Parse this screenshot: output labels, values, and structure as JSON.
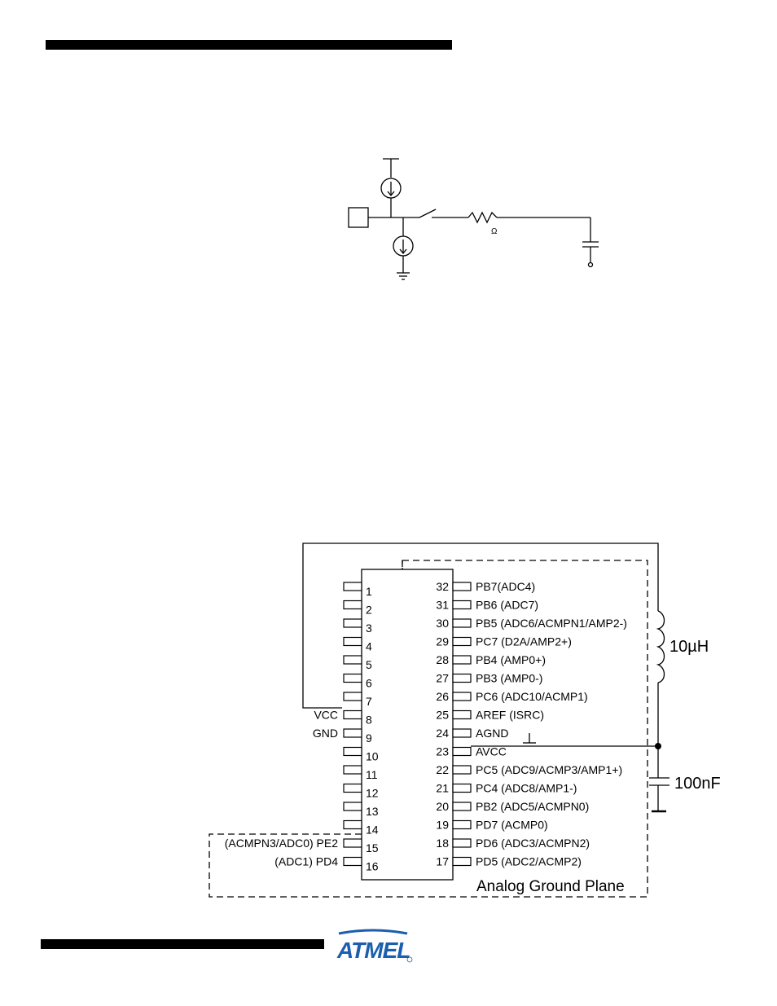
{
  "figure1": {
    "resistor_unit": "Ω"
  },
  "figure2": {
    "left_pins": [
      {
        "num": "1",
        "label": ""
      },
      {
        "num": "2",
        "label": ""
      },
      {
        "num": "3",
        "label": ""
      },
      {
        "num": "4",
        "label": ""
      },
      {
        "num": "5",
        "label": ""
      },
      {
        "num": "6",
        "label": ""
      },
      {
        "num": "7",
        "label": ""
      },
      {
        "num": "8",
        "label": "VCC"
      },
      {
        "num": "9",
        "label": "GND"
      },
      {
        "num": "10",
        "label": ""
      },
      {
        "num": "11",
        "label": ""
      },
      {
        "num": "12",
        "label": ""
      },
      {
        "num": "13",
        "label": ""
      },
      {
        "num": "14",
        "label": ""
      },
      {
        "num": "15",
        "label": "(ACMPN3/ADC0) PE2"
      },
      {
        "num": "16",
        "label": "(ADC1) PD4"
      }
    ],
    "right_pins": [
      {
        "num": "32",
        "label": "PB7(ADC4)"
      },
      {
        "num": "31",
        "label": "PB6 (ADC7)"
      },
      {
        "num": "30",
        "label": "PB5 (ADC6/ACMPN1/AMP2-)"
      },
      {
        "num": "29",
        "label": "PC7 (D2A/AMP2+)"
      },
      {
        "num": "28",
        "label": "PB4 (AMP0+)"
      },
      {
        "num": "27",
        "label": "PB3 (AMP0-)"
      },
      {
        "num": "26",
        "label": "PC6 (ADC10/ACMP1)"
      },
      {
        "num": "25",
        "label": "AREF (ISRC)"
      },
      {
        "num": "24",
        "label": "AGND"
      },
      {
        "num": "23",
        "label": "AVCC"
      },
      {
        "num": "22",
        "label": "PC5 (ADC9/ACMP3/AMP1+)"
      },
      {
        "num": "21",
        "label": "PC4 (ADC8/AMP1-)"
      },
      {
        "num": "20",
        "label": "PB2 (ADC5/ACMPN0)"
      },
      {
        "num": "19",
        "label": "PD7 (ACMP0)"
      },
      {
        "num": "18",
        "label": "PD6 (ADC3/ACMPN2)"
      },
      {
        "num": "17",
        "label": "PD5 (ADC2/ACMP2)"
      }
    ],
    "inductor_label": "10µH",
    "capacitor_label": "100nF",
    "ground_plane_label": "Analog Ground Plane"
  },
  "footer": {
    "logo_text": "ATMEL"
  }
}
